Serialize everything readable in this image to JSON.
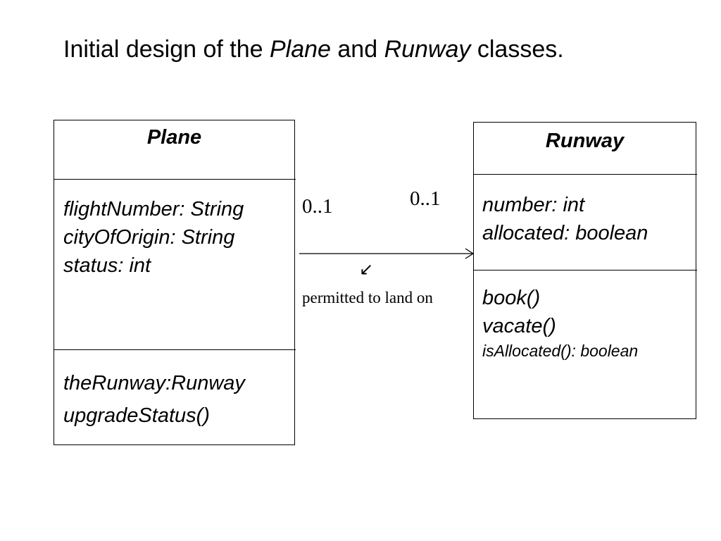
{
  "title": {
    "part1": "Initial design of the ",
    "plane": "Plane",
    "part2": " and ",
    "runway": "Runway",
    "part3": " classes."
  },
  "plane_class": {
    "name": "Plane",
    "attributes": [
      "flightNumber: String",
      "cityOfOrigin: String",
      "status: int"
    ],
    "operations": [
      "theRunway:Runway",
      "upgradeStatus()"
    ]
  },
  "runway_class": {
    "name": "Runway",
    "attributes": [
      "number: int",
      "allocated: boolean"
    ],
    "operations": [
      "book()",
      "vacate()",
      "isAllocated(): boolean"
    ]
  },
  "association": {
    "plane_multiplicity": "0..1",
    "runway_multiplicity": "0..1",
    "label": "permitted to land on",
    "direction_arrow": "↙"
  }
}
